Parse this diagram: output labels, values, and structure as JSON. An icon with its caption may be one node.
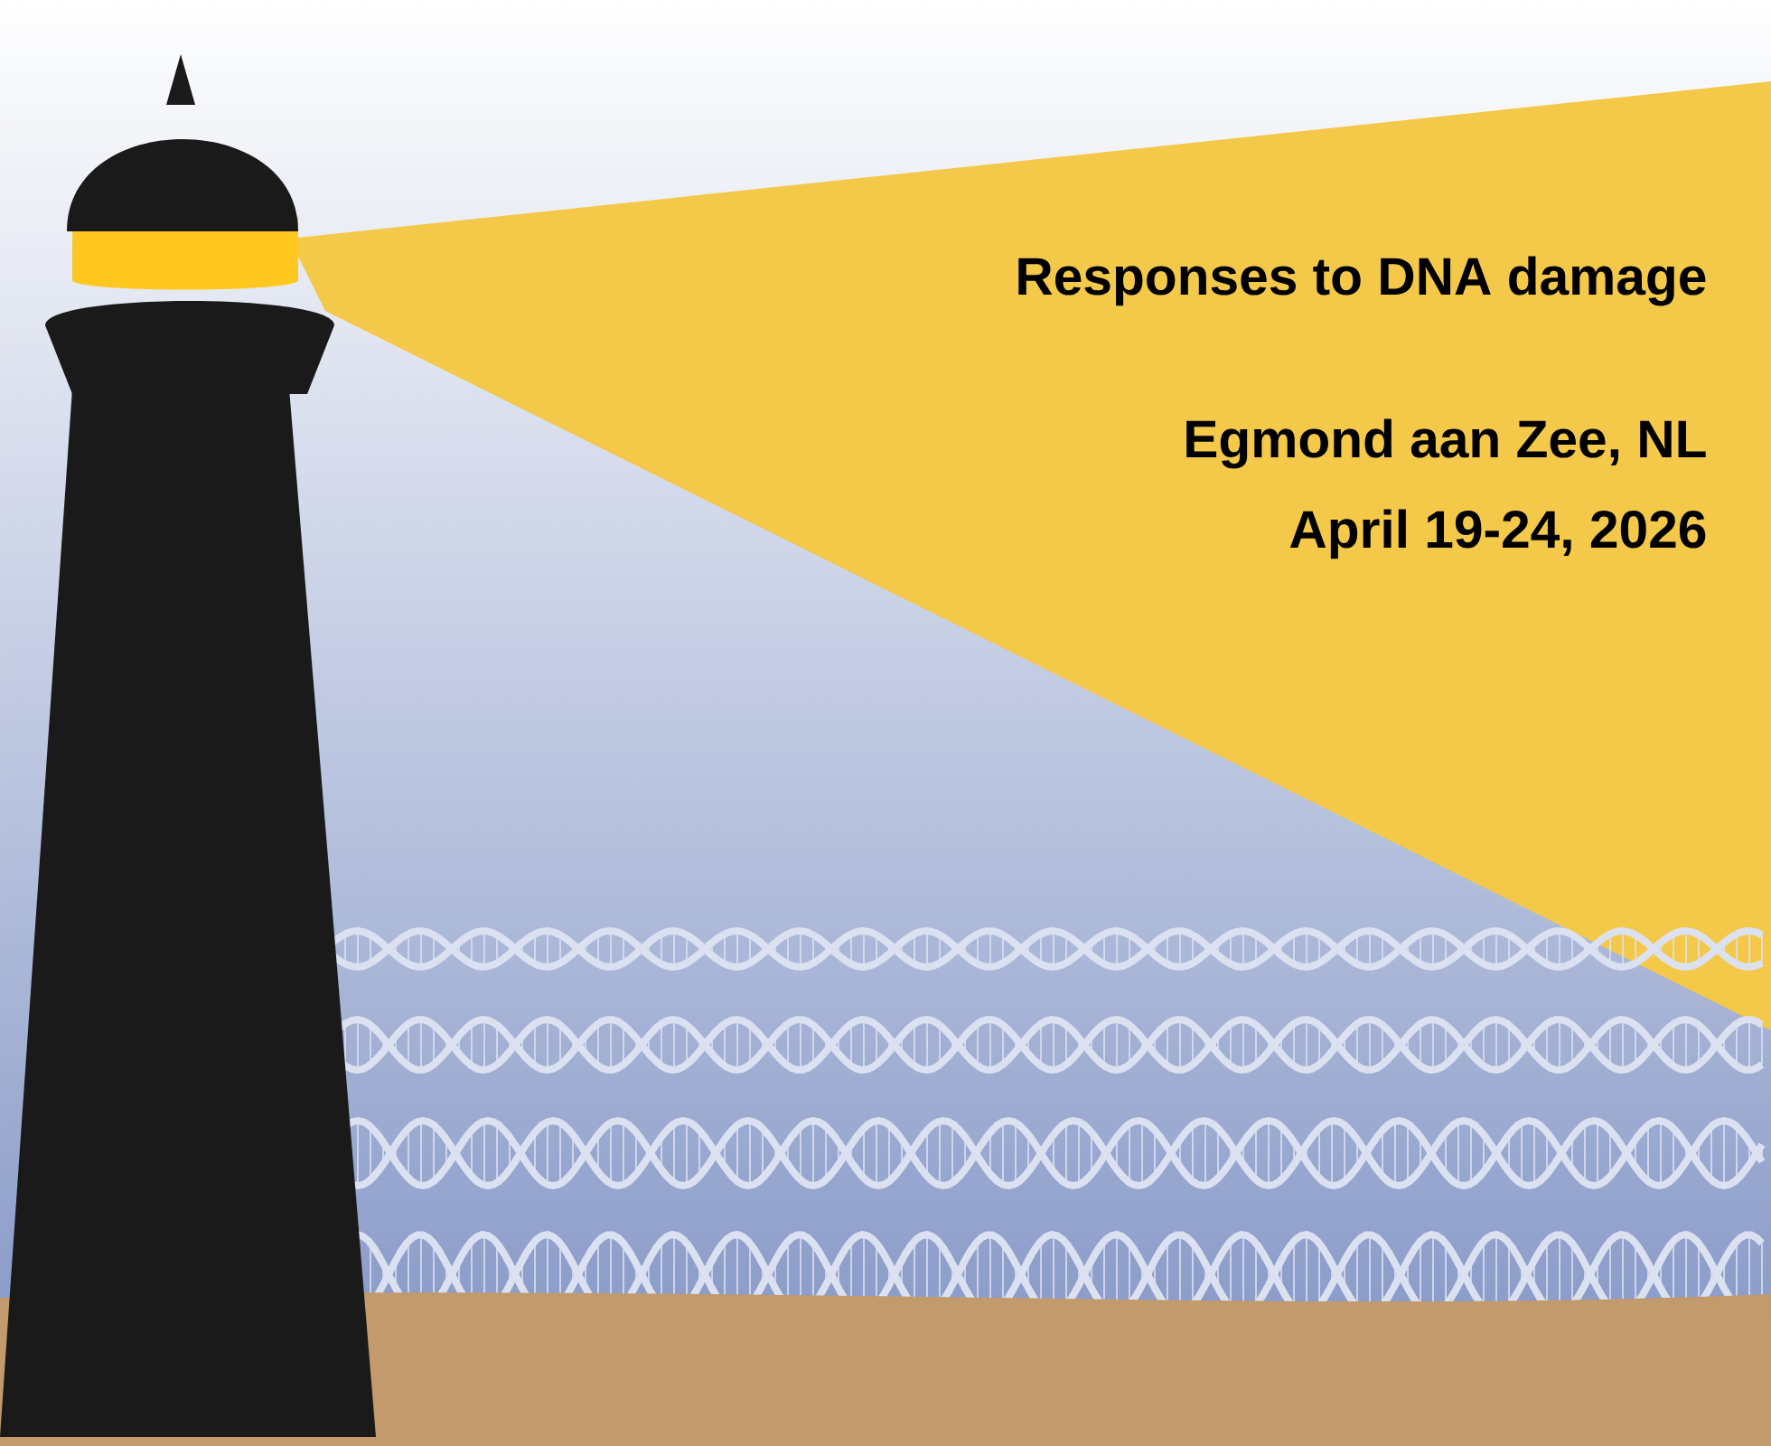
{
  "diagram": {
    "title": "Responses to DNA damage",
    "labels": [
      "Egmond aan Zee, NL",
      "April 19-24, 2026"
    ]
  }
}
